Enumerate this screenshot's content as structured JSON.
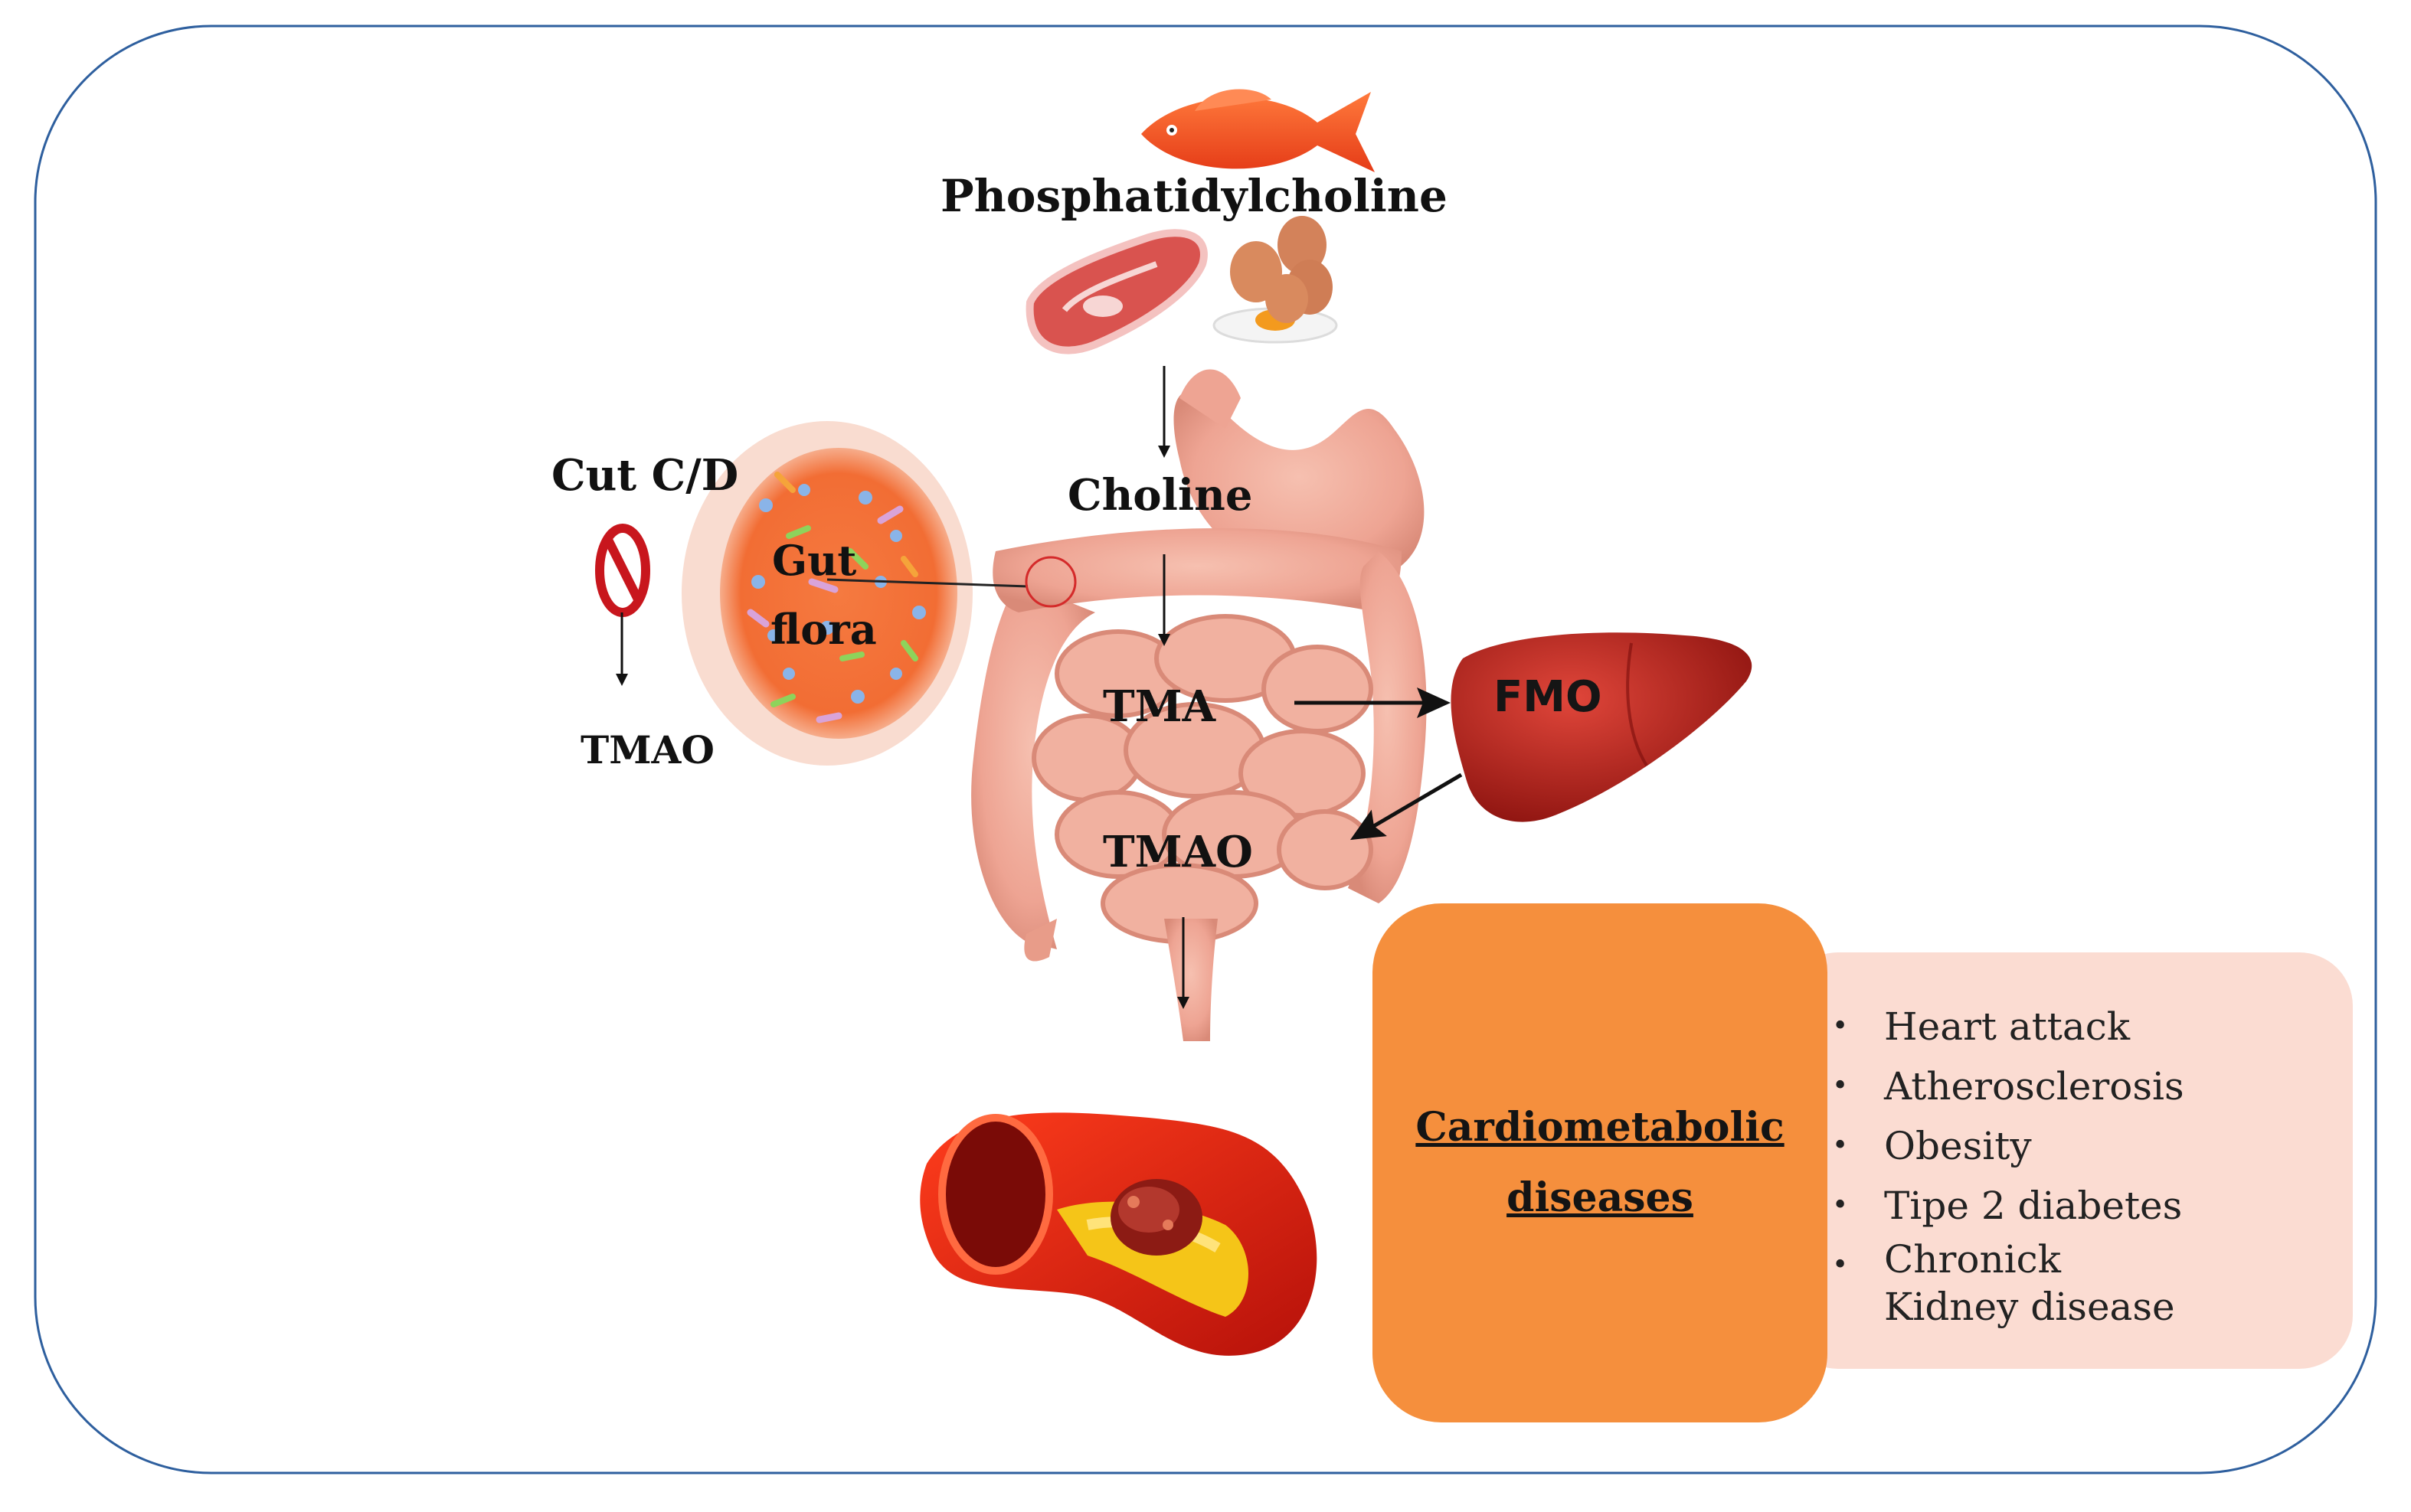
{
  "diagram": {
    "source_label": "Phosphatidylcholine",
    "step1_label": "Choline",
    "step2_label": "TMA",
    "step3_label": "TMAO",
    "liver_enzyme_label": "FMO",
    "microbe_label_line1": "Gut",
    "microbe_label_line2": "flora",
    "inhibition_label": "Cut C/D",
    "inhibition_result_label": "TMAO",
    "disease_title_line1": "Cardiometabolic",
    "disease_title_line2": "diseases",
    "diseases": [
      {
        "line1": "Heart attack",
        "line2": ""
      },
      {
        "line1": "Atherosclerosis",
        "line2": ""
      },
      {
        "line1": "Obesity",
        "line2": ""
      },
      {
        "line1": "Tipe 2 diabetes",
        "line2": ""
      },
      {
        "line1": "Chronick",
        "line2": "Kidney disease"
      }
    ]
  },
  "colors": {
    "frame": "#2e5f9e",
    "disease_box": "#f58f3d",
    "list_box": "#fbdcd2",
    "intestine": "#eea493",
    "liver": "#c0271f",
    "fish": "#ff5a2b",
    "artery": "#e02a12",
    "plaque": "#f5c518",
    "inhibit_red": "#c8161d"
  },
  "icons": [
    "fish-icon",
    "meat-icon",
    "eggs-icon",
    "intestine-icon",
    "liver-icon",
    "gut-flora-icon",
    "no-sign-icon",
    "artery-plaque-icon"
  ]
}
